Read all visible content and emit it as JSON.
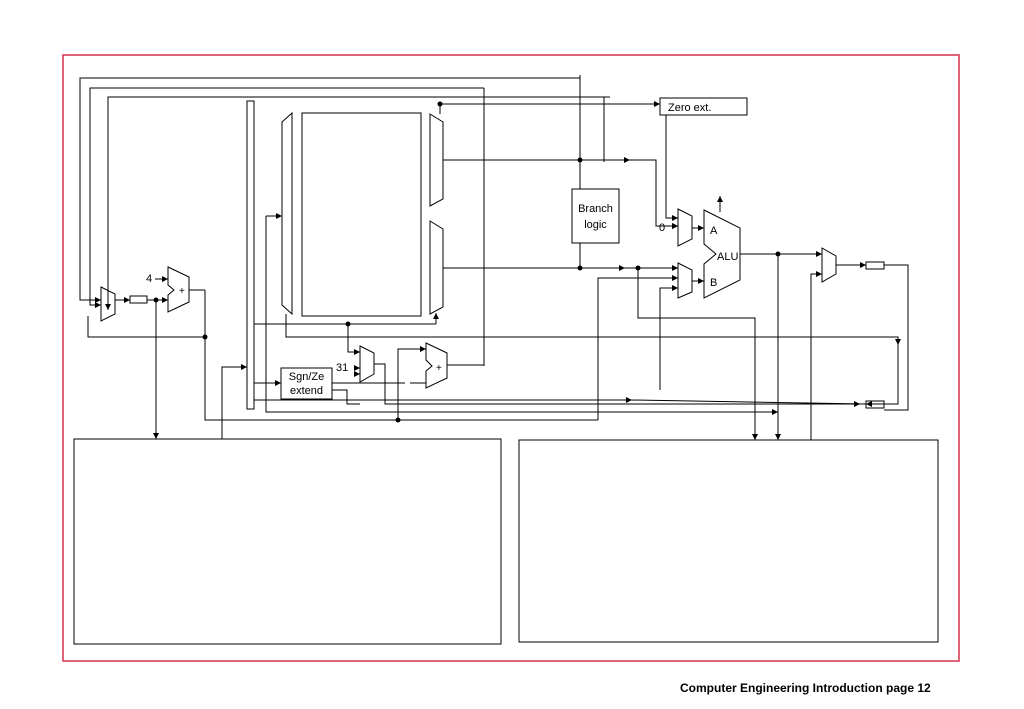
{
  "labels": {
    "zero_ext": "Zero ext.",
    "branch_logic_line1": "Branch",
    "branch_logic_line2": "logic",
    "alu": "ALU",
    "alu_a": "A",
    "alu_b": "B",
    "const_zero": "0",
    "const_four": "4",
    "const_31": "31",
    "plus": "+",
    "sgn_ze_line1": "Sgn/Ze",
    "sgn_ze_line2": "extend"
  },
  "footer": "Computer Engineering Introduction page 12",
  "colors": {
    "frame": "#d6304a",
    "line": "#000000"
  }
}
